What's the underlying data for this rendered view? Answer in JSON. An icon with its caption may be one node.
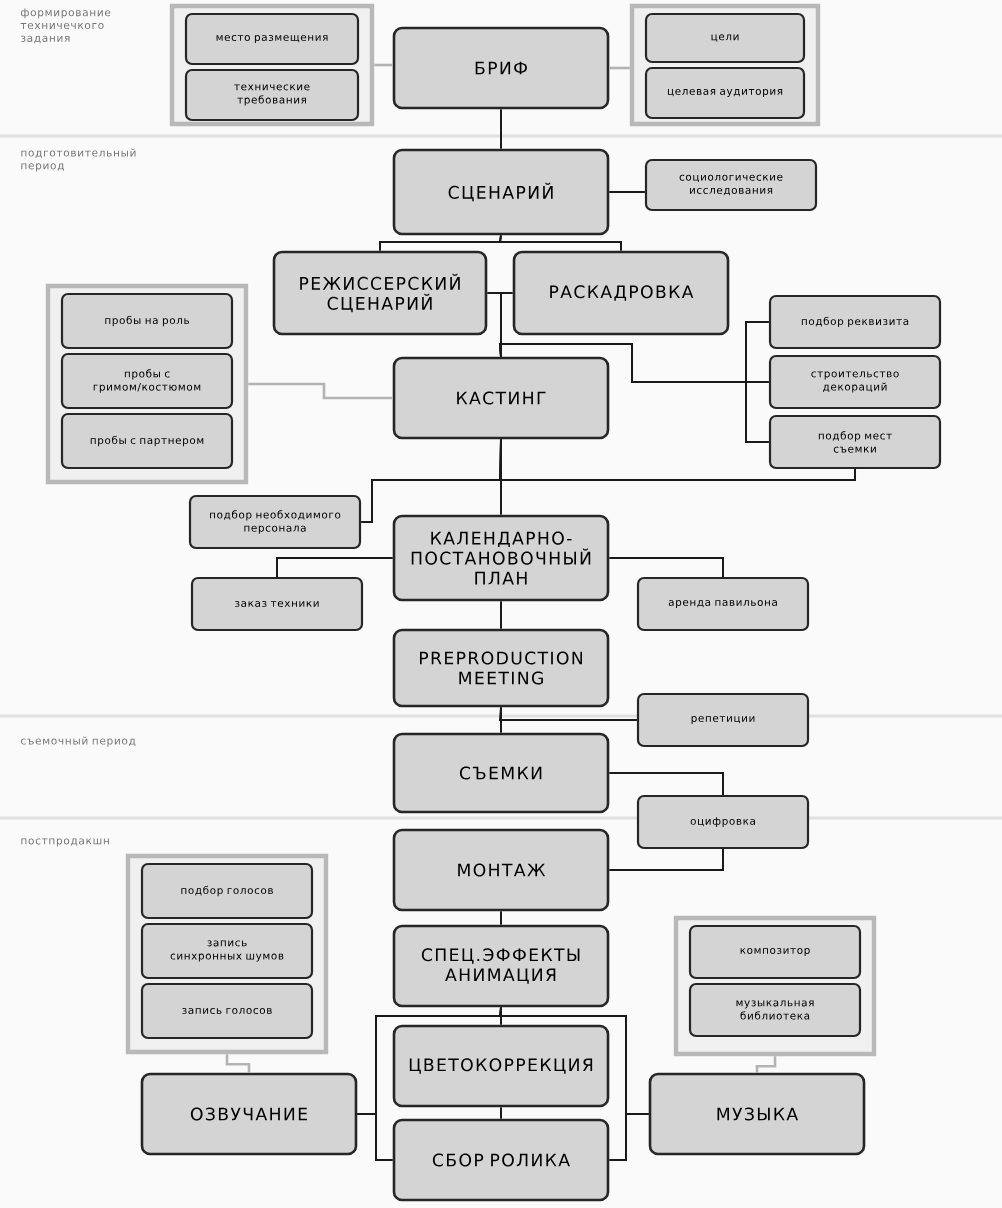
{
  "diagram": {
    "nodes": [
      {
        "text": [],
        "shape": "box"
      },
      {
        "text": [
          "место размещения"
        ],
        "in": 0
      },
      {
        "text": [
          "технические требования"
        ],
        "in": 0
      },
      {
        "text": [
          "БРИФ"
        ]
      },
      {
        "text": [],
        "shape": "box"
      },
      {
        "text": [
          "цели"
        ],
        "in": 4
      },
      {
        "text": [
          "целевая аудитория"
        ],
        "in": 4
      },
      {
        "text": [
          "СЦЕНАРИЙ"
        ]
      },
      {
        "text": [
          "социологические исследования"
        ]
      },
      {
        "text": [
          "РЕЖИССЕРСКИЙ СЦЕНАРИЙ"
        ]
      },
      {
        "text": [
          "РАСКАДРОВКА"
        ]
      },
      {
        "text": [],
        "shape": "box"
      },
      {
        "text": [
          "пробы на роль"
        ],
        "in": 11
      },
      {
        "text": [
          "пробы с гримом/костюмом"
        ],
        "in": 11
      },
      {
        "text": [
          "пробы с партнером"
        ],
        "in": 11
      },
      {
        "text": [
          "КАСТИНГ"
        ]
      },
      {
        "text": [
          "подбор реквизита"
        ]
      },
      {
        "text": [
          "строительство декораций"
        ]
      },
      {
        "text": [
          "подбор мест съемки"
        ]
      },
      {
        "text": [
          "подбор необходимого персонала"
        ]
      },
      {
        "text": [
          "КАЛЕНДАРНО-ПОСТАНОВОЧНЫЙ ПЛАН"
        ]
      },
      {
        "text": [
          "заказ техники"
        ]
      },
      {
        "text": [
          "аренда павильона"
        ]
      },
      {
        "text": [
          "PREPRODUCTION MEETING"
        ]
      },
      {
        "text": [
          "репетиции"
        ]
      },
      {
        "text": [
          "СЪЕМКИ"
        ]
      },
      {
        "text": [
          "оцифровка"
        ]
      },
      {
        "text": [
          "МОНТАЖ"
        ]
      },
      {
        "text": [],
        "shape": "box"
      },
      {
        "text": [
          "подбор голосов"
        ],
        "in": 28
      },
      {
        "text": [
          "запись синхронных шумов"
        ],
        "in": 28
      },
      {
        "text": [
          "запись голосов"
        ],
        "in": 28
      },
      {
        "text": [
          "СПЕЦ.ЭФФЕКТЫ АНИМАЦИЯ"
        ]
      },
      {
        "text": [],
        "shape": "box"
      },
      {
        "text": [
          "композитор"
        ],
        "in": 33
      },
      {
        "text": [
          "музыкальная библиотека"
        ],
        "in": 33
      },
      {
        "text": [
          "ЦВЕТОКОРРЕКЦИЯ"
        ]
      },
      {
        "text": [
          "ОЗВУЧАНИЕ"
        ]
      },
      {
        "text": [
          "СБОР РОЛИКА"
        ]
      },
      {
        "text": [
          "МУЗЫКА"
        ]
      }
    ],
    "edges": [
      {
        "from": 0,
        "to": 3,
        "arrow": "none",
        "color": "#b3b3b3"
      },
      {
        "from": 3,
        "to": 4,
        "arrow": "none",
        "color": "#b3b3b3"
      },
      {
        "from": 3,
        "to": 7,
        "arrow": "none"
      },
      {
        "from": 7,
        "to": 8,
        "arrow": "none"
      },
      {
        "from": 7,
        "to": 9,
        "arrow": "none"
      },
      {
        "from": 7,
        "to": 10,
        "arrow": "none"
      },
      {
        "from": 9,
        "to": 15,
        "arrow": "none"
      },
      {
        "from": 10,
        "to": 15,
        "arrow": "none"
      },
      {
        "from": 11,
        "to": 15,
        "arrow": "none",
        "color": "#b3b3b3"
      },
      {
        "from": 15,
        "to": 16,
        "arrow": "none"
      },
      {
        "from": 15,
        "to": 17,
        "arrow": "none"
      },
      {
        "from": 15,
        "to": 18,
        "arrow": "none"
      },
      {
        "from": 15,
        "to": 19,
        "arrow": "none"
      },
      {
        "from": 15,
        "to": 18,
        "arrow": "none"
      },
      {
        "from": 15,
        "to": 20,
        "arrow": "none"
      },
      {
        "from": 20,
        "to": 21,
        "arrow": "none"
      },
      {
        "from": 20,
        "to": 22,
        "arrow": "none"
      },
      {
        "from": 20,
        "to": 23,
        "arrow": "none"
      },
      {
        "from": 23,
        "to": 24,
        "arrow": "none"
      },
      {
        "from": 23,
        "to": 25,
        "arrow": "none"
      },
      {
        "from": 25,
        "to": 26,
        "arrow": "none"
      },
      {
        "from": 26,
        "to": 27,
        "arrow": "none"
      },
      {
        "from": 27,
        "to": 32,
        "arrow": "none"
      },
      {
        "from": 28,
        "to": 37,
        "arrow": "none",
        "color": "#b3b3b3"
      },
      {
        "from": 33,
        "to": 39,
        "arrow": "none",
        "color": "#b3b3b3"
      },
      {
        "from": 32,
        "to": 36,
        "arrow": "none"
      },
      {
        "from": 36,
        "to": 38,
        "arrow": "none"
      },
      {
        "from": 32,
        "to": 37,
        "arrow": "none"
      },
      {
        "from": 37,
        "to": 38,
        "arrow": "none"
      },
      {
        "from": 32,
        "to": 39,
        "arrow": "none"
      },
      {
        "from": 39,
        "to": 38,
        "arrow": "none"
      }
    ],
    "labels": [
      "формирование техничечкого задания",
      "подготовительный период",
      "съемочный период",
      "постпродакшн"
    ]
  }
}
